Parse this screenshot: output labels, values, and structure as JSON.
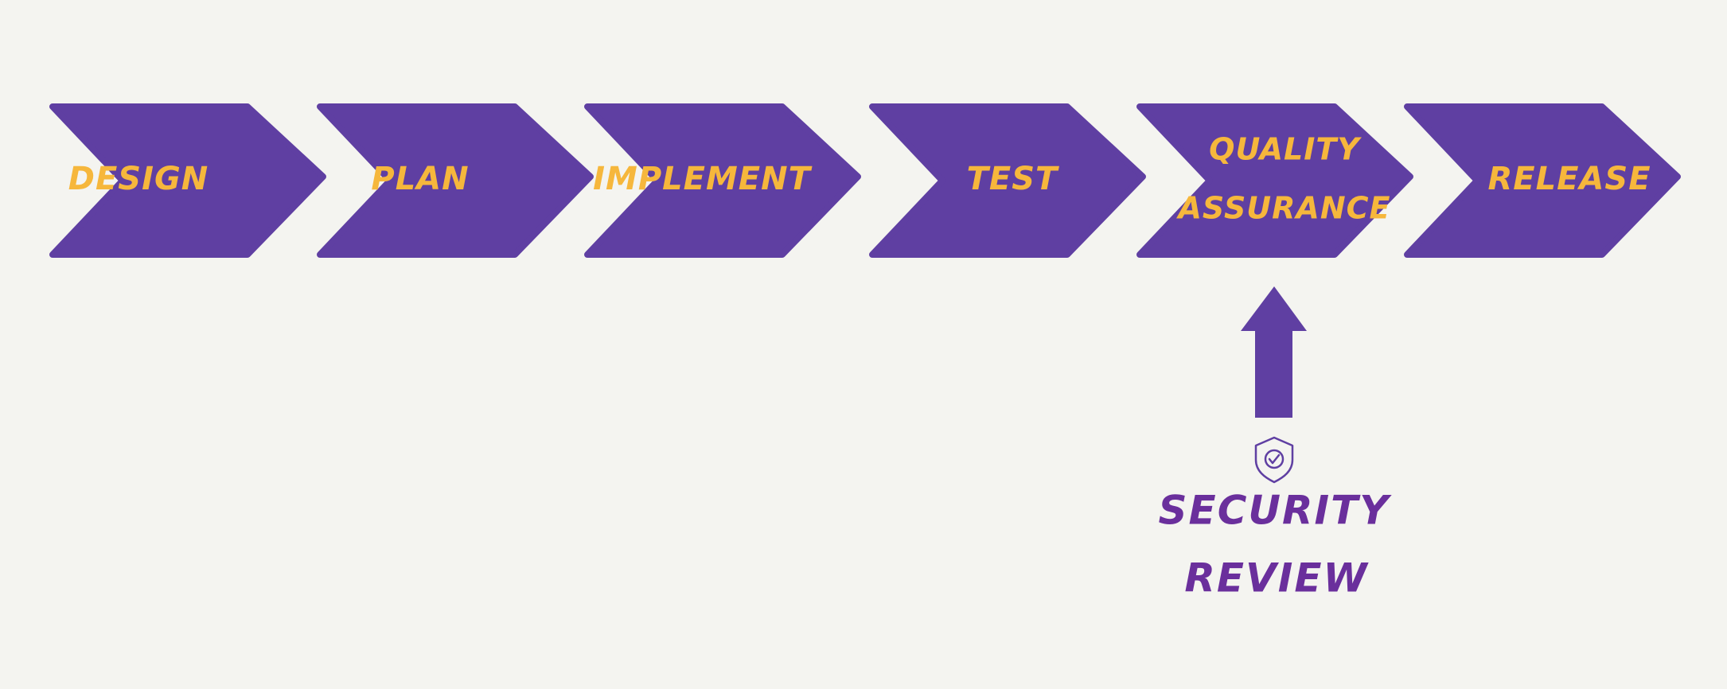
{
  "colors": {
    "background": "#f4f4f0",
    "chevron_fill": "#5f3fa2",
    "step_text": "#f6b73c",
    "review_text": "#6a2f9c",
    "icon_stroke": "#5f3fa2"
  },
  "steps": [
    {
      "id": "design",
      "lines": [
        "DESIGN"
      ]
    },
    {
      "id": "plan",
      "lines": [
        "PLAN"
      ]
    },
    {
      "id": "implement",
      "lines": [
        "IMPLEMENT"
      ]
    },
    {
      "id": "test",
      "lines": [
        "TEST"
      ]
    },
    {
      "id": "quality-assurance",
      "lines": [
        "QUALITY",
        "ASSURANCE"
      ]
    },
    {
      "id": "release",
      "lines": [
        "RELEASE"
      ]
    }
  ],
  "review": {
    "icon": "shield-check-icon",
    "lines": [
      "SECURITY",
      "REVIEW"
    ],
    "points_to_step": "quality-assurance"
  }
}
